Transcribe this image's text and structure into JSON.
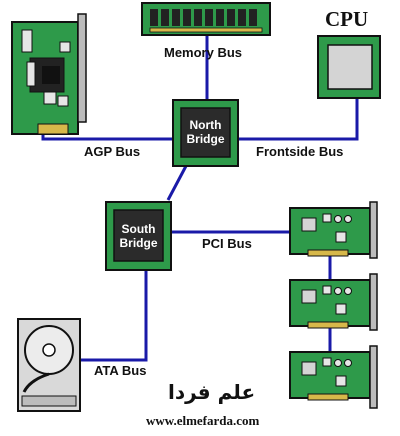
{
  "components": {
    "cpu_title": "CPU",
    "north_bridge": [
      "North",
      "Bridge"
    ],
    "south_bridge": [
      "South",
      "Bridge"
    ]
  },
  "buses": {
    "memory": "Memory Bus",
    "agp": "AGP Bus",
    "frontside": "Frontside Bus",
    "pci": "PCI Bus",
    "ata": "ATA Bus"
  },
  "branding": {
    "arabic_name": "علم فردا",
    "website": "www.elmefarda.com"
  },
  "colors": {
    "bus_line": "#1a1aa8",
    "board_green": "#2e9a4a",
    "chip_dark": "#2b2b2b",
    "outline": "#111111"
  }
}
